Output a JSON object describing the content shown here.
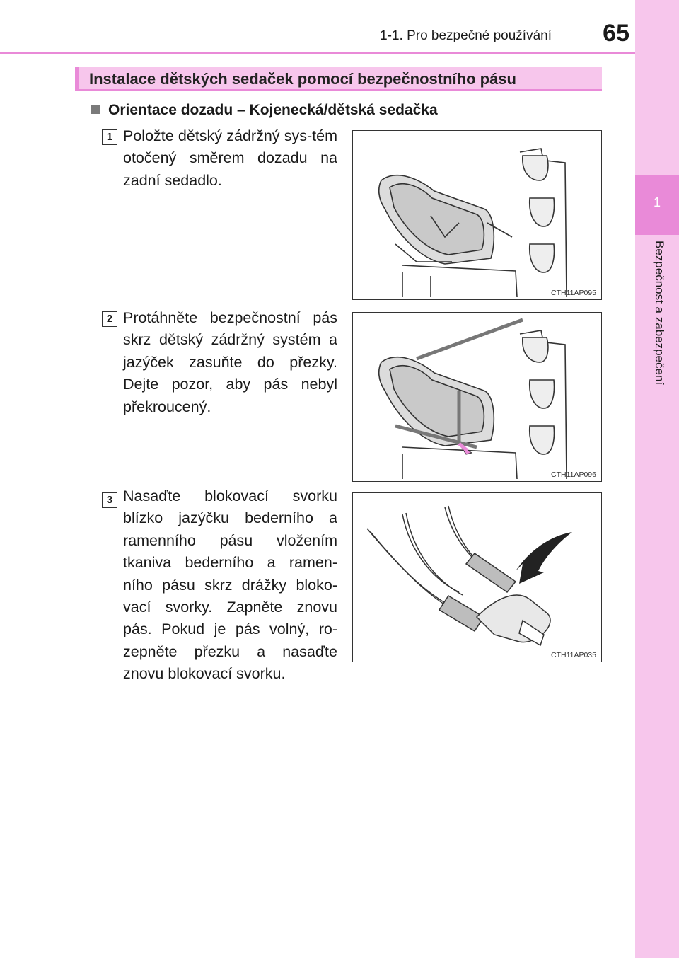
{
  "header": {
    "section": "1-1. Pro bezpečné používání",
    "page_number": "65"
  },
  "side_tab": {
    "chapter_number": "1",
    "chapter_title": "Bezpečnost a zabezpečení"
  },
  "section_title": "Instalace dětských sedaček pomocí bezpečnostního pásu",
  "subheading": "Orientace dozadu – Kojenecká/dětská sedačka",
  "steps": [
    {
      "number": "1",
      "text": "Položte dětský zádržný sys-tém otočený směrem dozadu na zadní sedadlo.",
      "figure_code": "CTH11AP095"
    },
    {
      "number": "2",
      "text": "Protáhněte bezpečnostní pás skrz dětský zádržný systém a jazýček zasuňte do přezky. Dejte pozor, aby pás nebyl překroucený.",
      "figure_code": "CTH11AP096"
    },
    {
      "number": "3",
      "text": "Nasaďte blokovací svorku blízko jazýčku bederního a ramenního pásu vložením tkaniva bederního a ramen-ního pásu skrz drážky bloko-vací svorky. Zapněte znovu pás. Pokud je pás volný, ro-zepněte přezku a nasaďte znovu blokovací svorku.",
      "figure_code": "CTH11AP035"
    }
  ],
  "colors": {
    "accent": "#e98ad8",
    "accent_light": "#f7c6ec",
    "arrow_pink": "#e98ad8"
  }
}
